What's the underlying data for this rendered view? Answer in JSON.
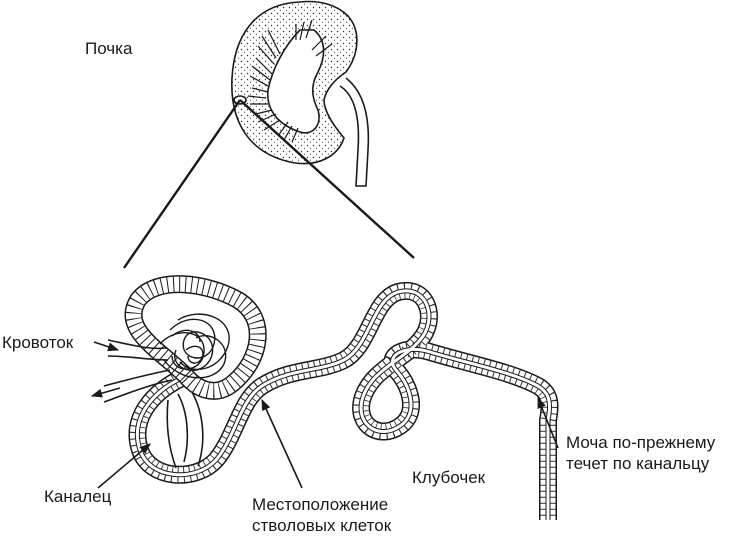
{
  "labels": {
    "kidney": "Почка",
    "bloodflow": "Кровоток",
    "tubule": "Каналец",
    "stem_cells": [
      "Местоположение",
      "стволовых клеток"
    ],
    "glomerulus": "Клубочек",
    "urine_flow": [
      "Моча по-прежнему",
      "течет по канальцу"
    ]
  },
  "colors": {
    "ink": "#1a1a1a",
    "background": "#ffffff"
  }
}
